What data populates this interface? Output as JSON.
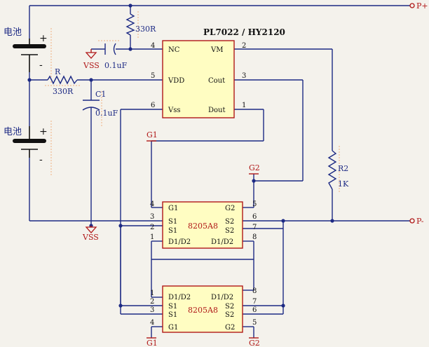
{
  "terminals": {
    "p_plus": "P+",
    "p_minus": "P-"
  },
  "batteries": {
    "b1_label": "电池",
    "b2_label": "电池",
    "plus": "+",
    "minus": "-"
  },
  "top_resistor": {
    "value": "330R"
  },
  "nc_cap": {
    "value": "0.1uF",
    "ground": "VSS"
  },
  "r_series": {
    "name": "R",
    "value": "330R"
  },
  "c1": {
    "name": "C1",
    "value": "0.1uF"
  },
  "vss_bottom": "VSS",
  "ic_main": {
    "title": "PL7022 / HY2120",
    "pins_left": [
      {
        "num": "4",
        "name": "NC"
      },
      {
        "num": "5",
        "name": "VDD"
      },
      {
        "num": "6",
        "name": "Vss"
      }
    ],
    "pins_right": [
      {
        "num": "2",
        "name": "VM"
      },
      {
        "num": "3",
        "name": "Cout"
      },
      {
        "num": "1",
        "name": "Dout"
      }
    ]
  },
  "r2": {
    "name": "R2",
    "value": "1K"
  },
  "gate_labels": {
    "g1_top": "G1",
    "g2_top": "G2",
    "g1_bottom": "G1",
    "g2_bottom": "G2"
  },
  "mosfet_top": {
    "part": "8205A8",
    "left_pins": [
      {
        "num": "4",
        "name": "G1"
      },
      {
        "num": "3",
        "name": "S1"
      },
      {
        "num": "2",
        "name": "S1"
      },
      {
        "num": "1",
        "name": "D1/D2"
      }
    ],
    "right_pins": [
      {
        "num": "5",
        "name": "G2"
      },
      {
        "num": "6",
        "name": "S2"
      },
      {
        "num": "7",
        "name": "S2"
      },
      {
        "num": "8",
        "name": "D1/D2"
      }
    ]
  },
  "mosfet_bottom": {
    "part": "8205A8",
    "left_pins": [
      {
        "num": "1",
        "name": "D1/D2"
      },
      {
        "num": "2",
        "name": "S1"
      },
      {
        "num": "3",
        "name": "S1"
      },
      {
        "num": "4",
        "name": "G1"
      }
    ],
    "right_pins": [
      {
        "num": "8",
        "name": "D1/D2"
      },
      {
        "num": "7",
        "name": "S2"
      },
      {
        "num": "6",
        "name": "S2"
      },
      {
        "num": "5",
        "name": "G2"
      }
    ]
  }
}
